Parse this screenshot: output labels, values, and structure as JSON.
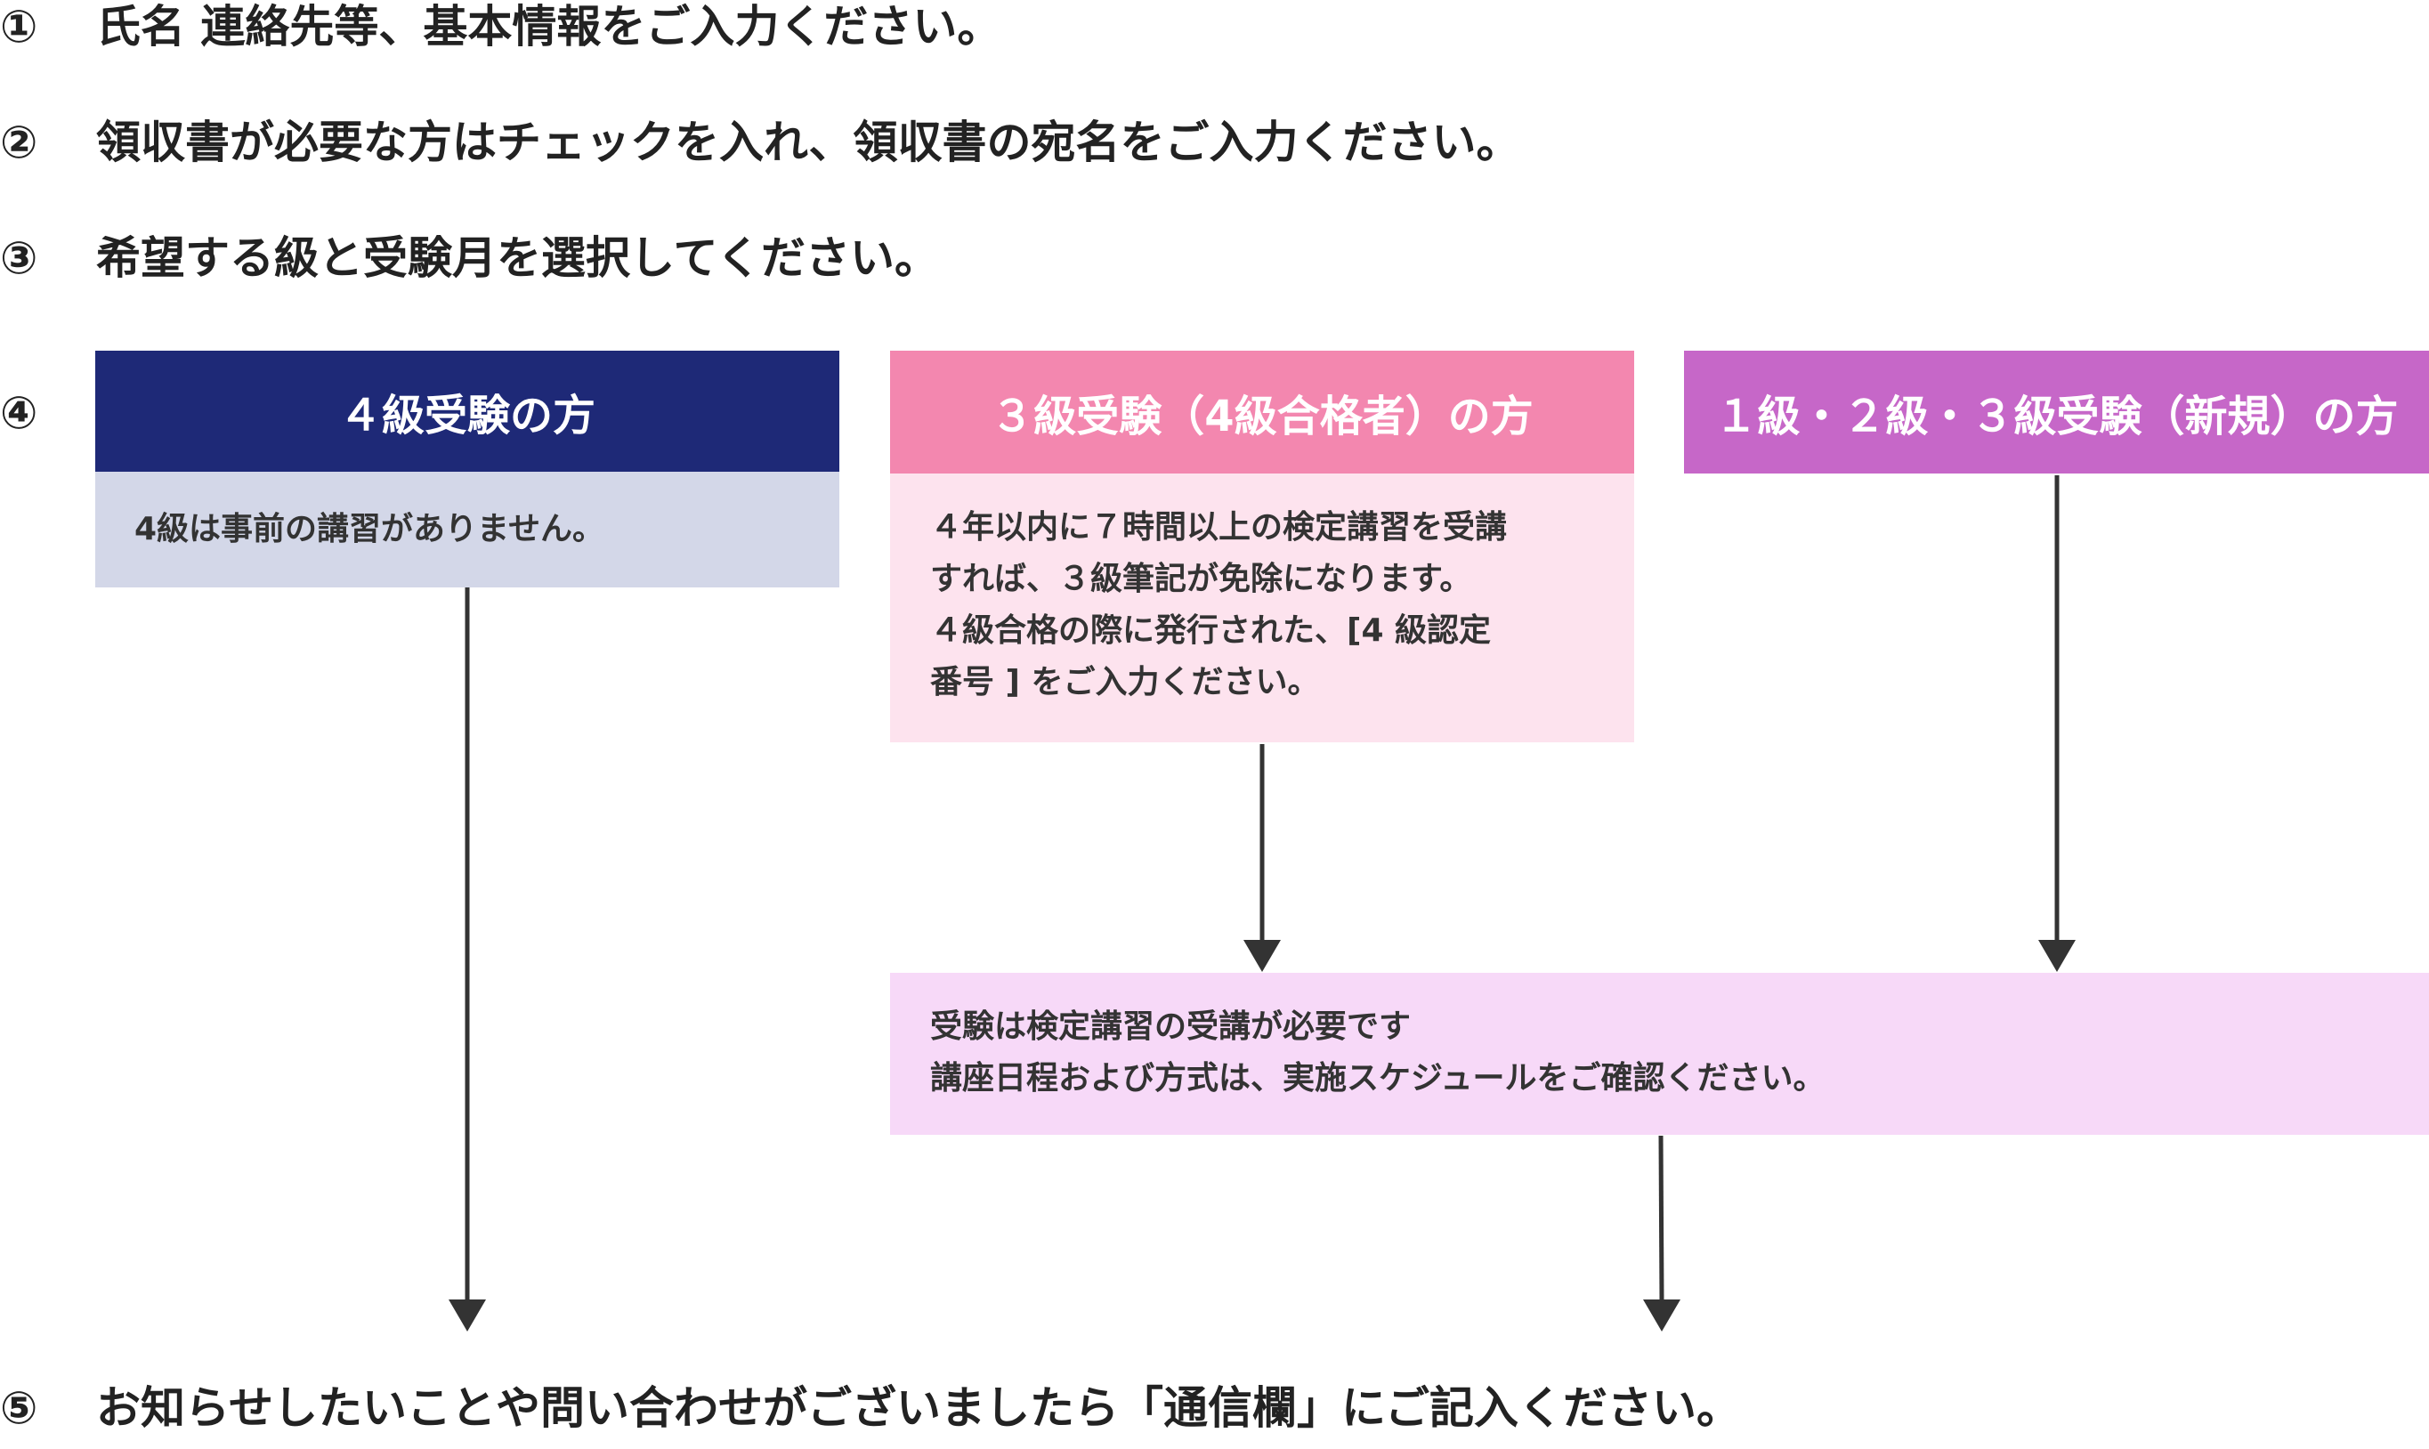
{
  "steps": [
    {
      "num": "①",
      "text": "氏名 連絡先等、基本情報をご入力ください。"
    },
    {
      "num": "②",
      "text": "領収書が必要な方はチェックを入れ、領収書の宛名をご入力ください。"
    },
    {
      "num": "③",
      "text": "希望する級と受験月を選択してください。"
    },
    {
      "num": "④"
    },
    {
      "num": "⑤",
      "text": "お知らせしたいことや問い合わせがございましたら「通信欄」にご記入ください。"
    }
  ],
  "boxes": {
    "grade4": {
      "header": "４級受験の方",
      "body": [
        "4級は事前の講習がありません。"
      ],
      "header_color": "#1e2977",
      "body_color": "#d3d7e8"
    },
    "grade3_passed": {
      "header": "３級受験（4級合格者）の方",
      "body": [
        "４年以内に７時間以上の検定講習を受講",
        "すれば、３級筆記が免除になります。",
        "４級合格の際に発行された、[4 級認定",
        "番号 ] をご入力ください。"
      ],
      "header_color": "#f387af",
      "body_color": "#fde3ee"
    },
    "new_applicants": {
      "header": "１級・２級・３級受験（新規）の方",
      "header_color": "#c667c8"
    },
    "lecture_required": {
      "body": [
        "受験は検定講習の受講が必要です",
        "講座日程および方式は、実施スケジュールをご確認ください。"
      ],
      "body_color": "#f7d9f8"
    }
  },
  "arrow_color": "#333333"
}
